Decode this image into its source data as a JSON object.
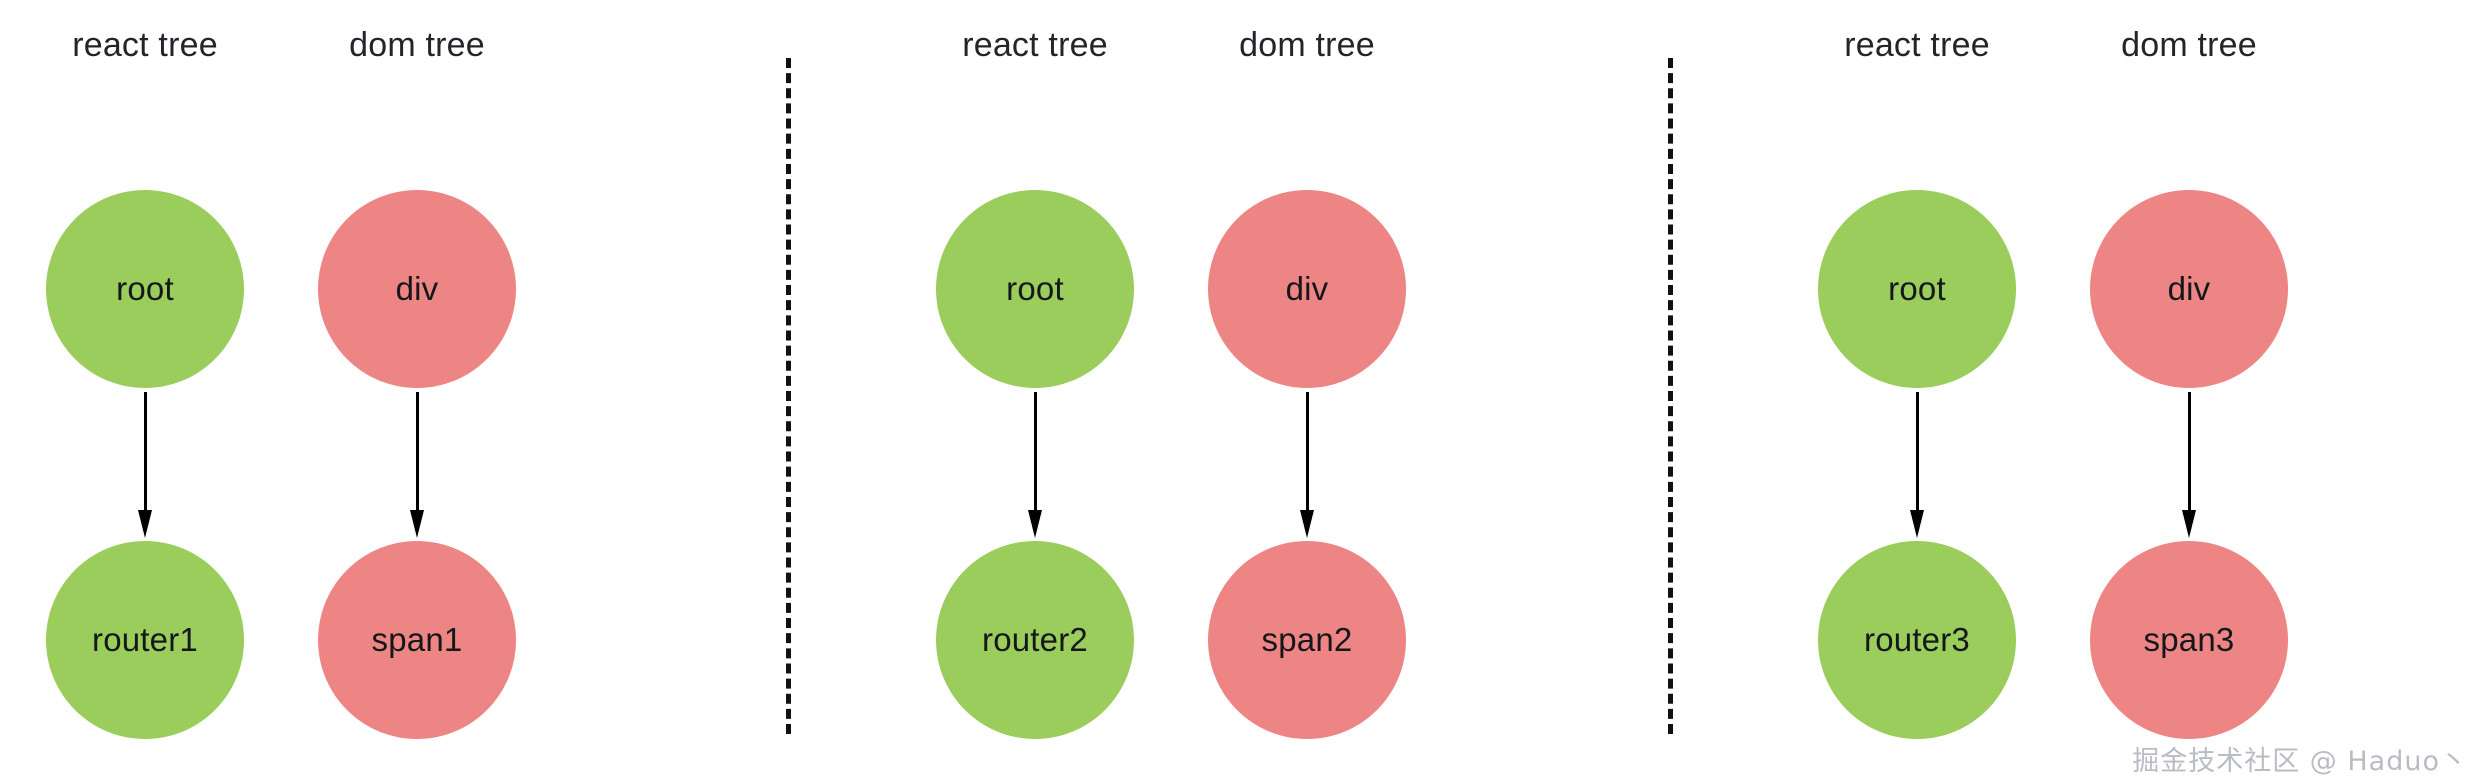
{
  "diagram": {
    "background_color": "#ffffff",
    "node_green_color": "#9ACD5B",
    "node_red_color": "#ED8585",
    "arrow_color": "#000000",
    "separator_color": "#111111",
    "panels": [
      {
        "react_tree": {
          "label": "react tree",
          "parent": "root",
          "child": "router1"
        },
        "dom_tree": {
          "label": "dom tree",
          "parent": "div",
          "child": "span1"
        }
      },
      {
        "react_tree": {
          "label": "react tree",
          "parent": "root",
          "child": "router2"
        },
        "dom_tree": {
          "label": "dom tree",
          "parent": "div",
          "child": "span2"
        }
      },
      {
        "react_tree": {
          "label": "react tree",
          "parent": "root",
          "child": "router3"
        },
        "dom_tree": {
          "label": "dom tree",
          "parent": "div",
          "child": "span3"
        }
      }
    ]
  },
  "watermark": {
    "text": "掘金技术社区 @ Haduo丶",
    "color": "#b9bcc2"
  }
}
